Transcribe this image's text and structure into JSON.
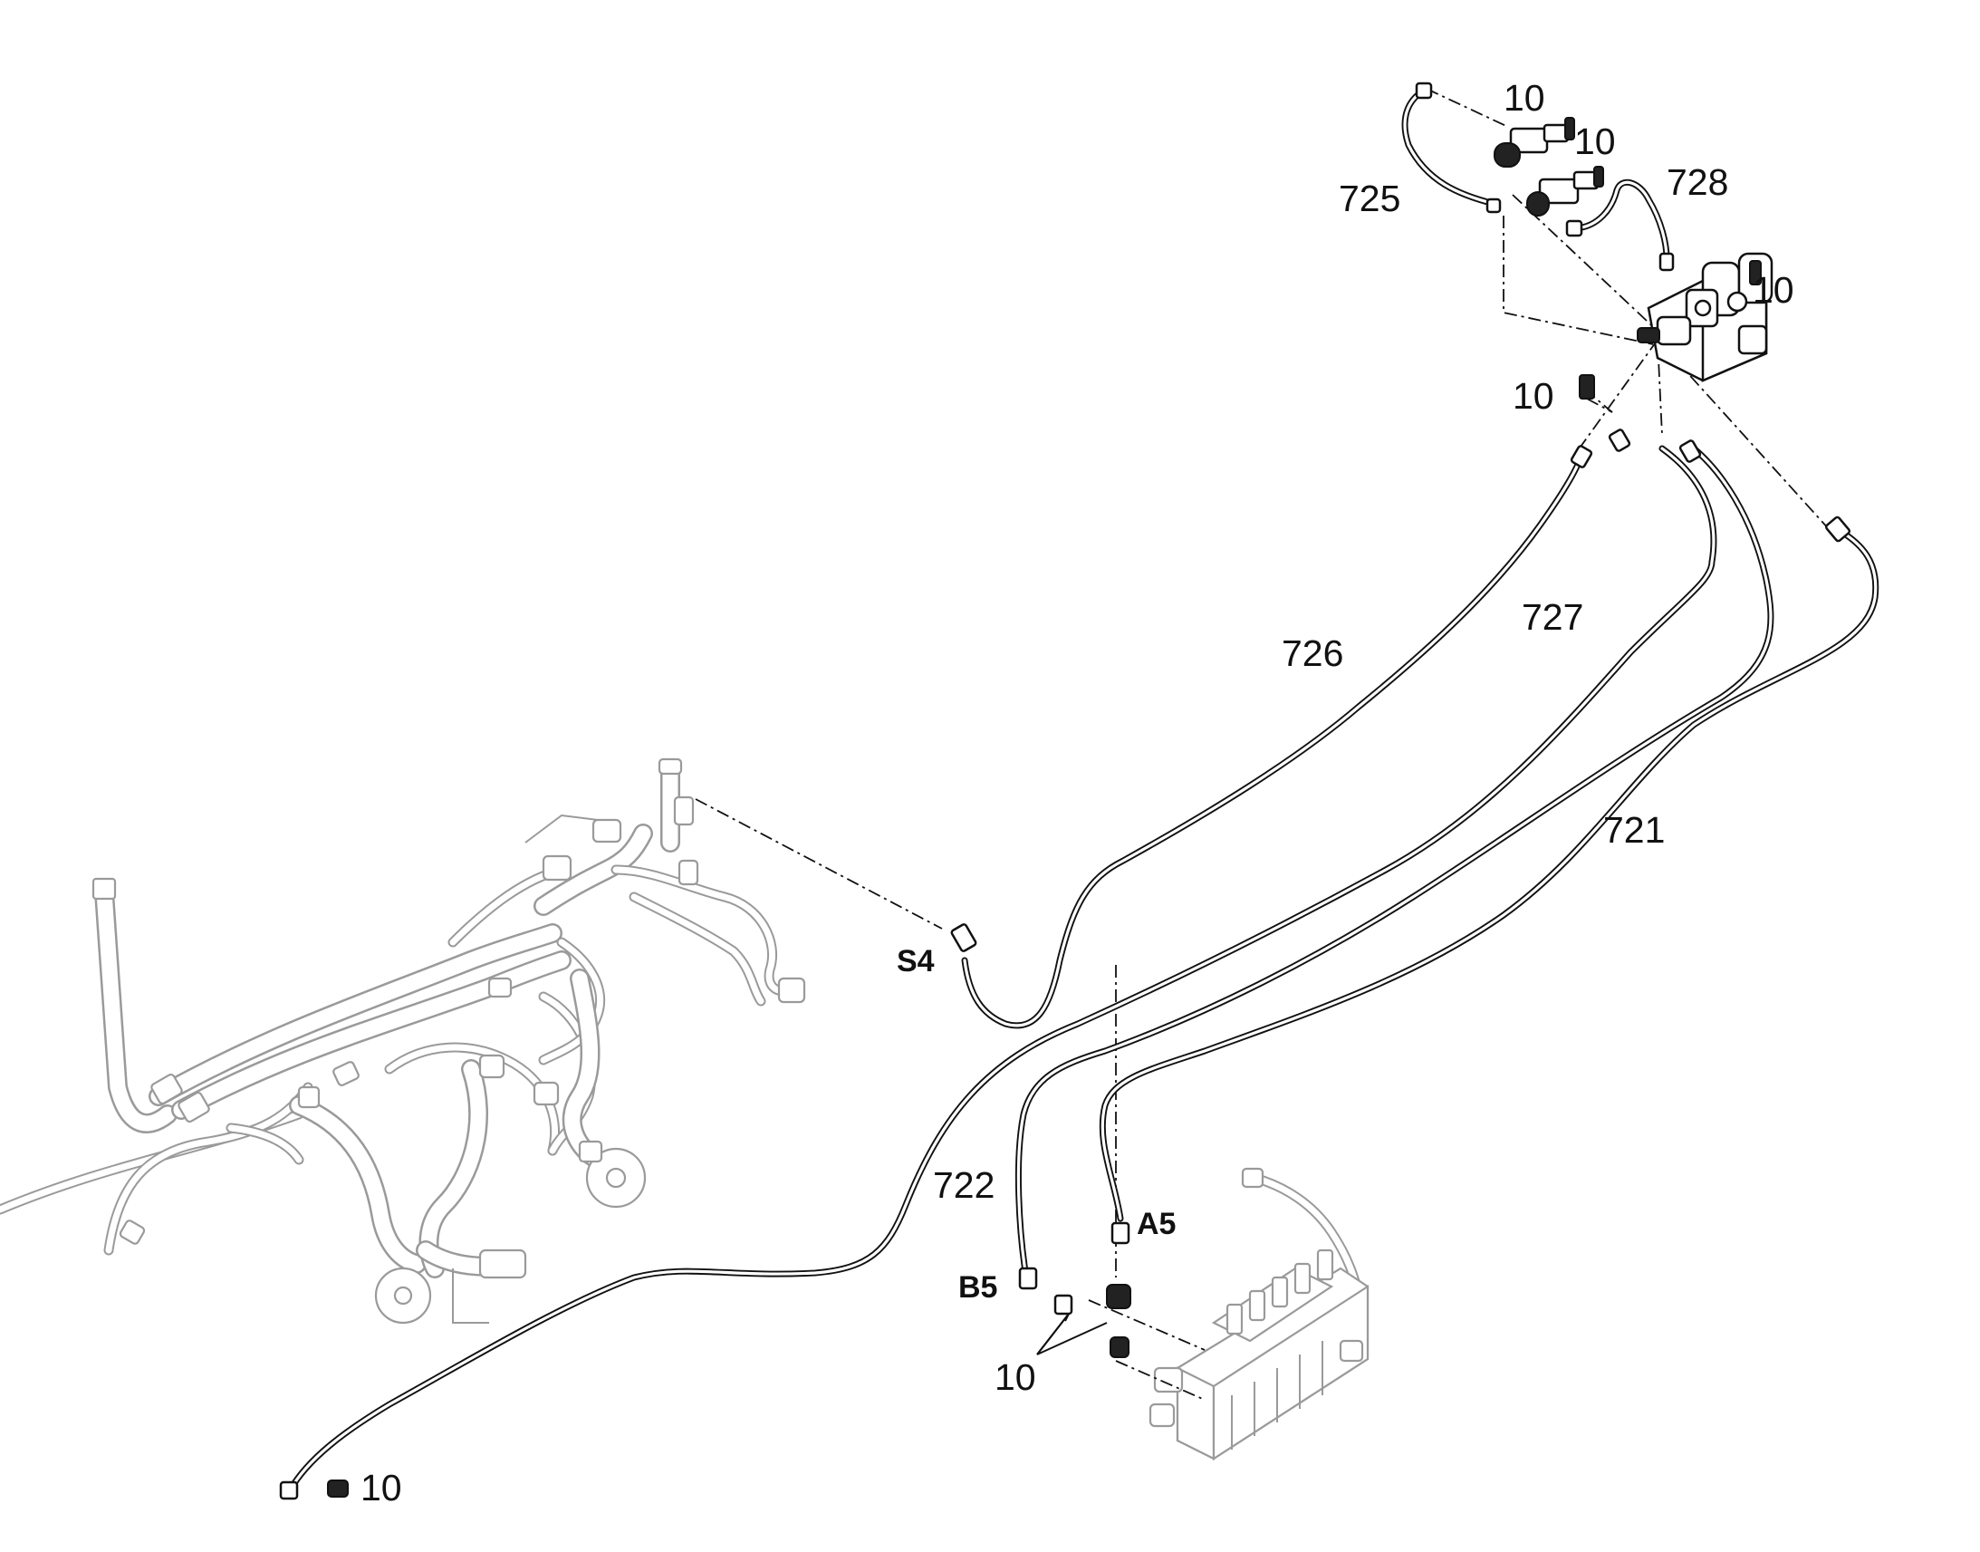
{
  "callouts": {
    "fitting_10_top_a": "10",
    "fitting_10_top_b": "10",
    "hose_725": "725",
    "hose_728": "728",
    "fitting_10_block": "10",
    "fitting_10_elbow": "10",
    "hose_726": "726",
    "hose_727": "727",
    "hose_721": "721",
    "port_s4": "S4",
    "hose_722": "722",
    "port_a5": "A5",
    "port_b5": "B5",
    "fitting_10_valve": "10",
    "fitting_10_bottom": "10"
  },
  "colors": {
    "line": "#111111",
    "ghost": "#9a9a9a",
    "background": "#ffffff"
  }
}
